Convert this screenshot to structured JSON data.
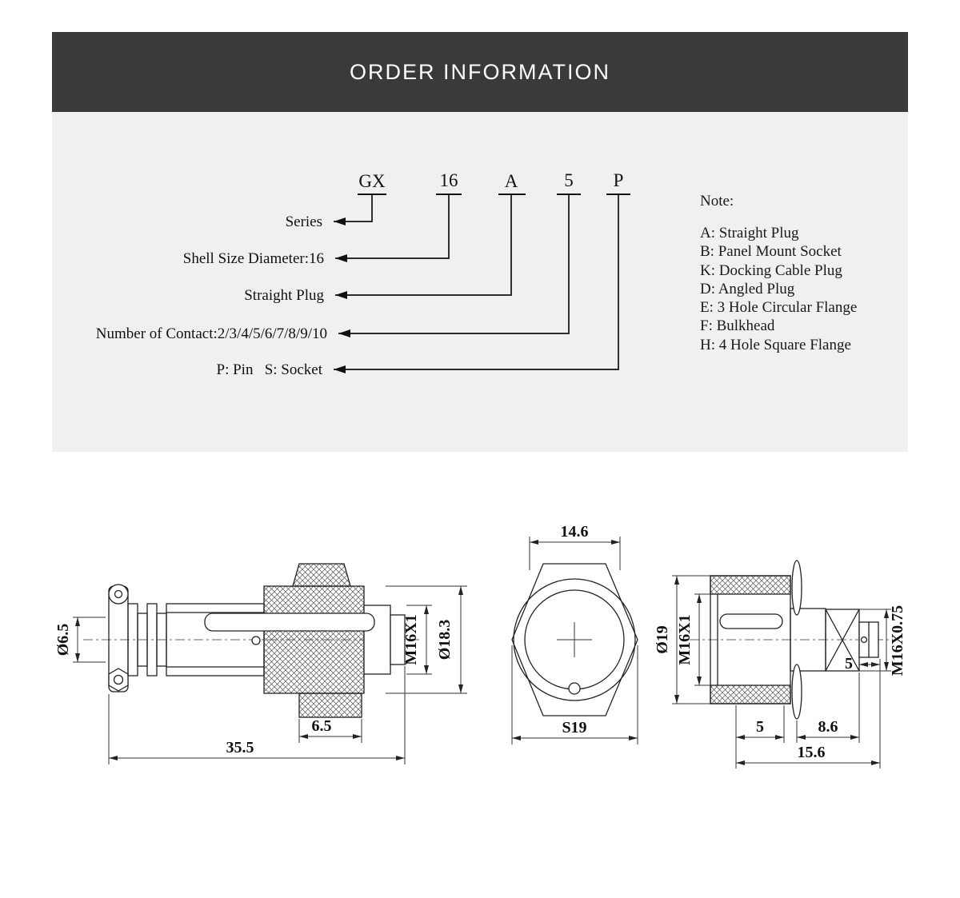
{
  "header": {
    "title": "ORDER INFORMATION"
  },
  "order_code": {
    "parts": [
      "GX",
      "16",
      "A",
      "5",
      "P"
    ],
    "labels": [
      "Series",
      "Shell Size Diameter:16",
      "Straight Plug",
      "Number of Contact:2/3/4/5/6/7/8/9/10",
      "P: Pin   S: Socket"
    ]
  },
  "note": {
    "title": "Note:",
    "items": [
      "A: Straight Plug",
      "B: Panel Mount Socket",
      "K: Docking Cable Plug",
      "D: Angled Plug",
      "E: 3 Hole Circular Flange",
      "F: Bulkhead",
      "H: 4 Hole Square Flange"
    ]
  },
  "drawings": {
    "side_view": {
      "cable_dia": "Ø6.5",
      "thread": "M16X1",
      "outer_dia": "Ø18.3",
      "front_len": "6.5",
      "total_len": "35.5"
    },
    "front_view": {
      "top_width": "14.6",
      "hex_size": "S19"
    },
    "rear_view": {
      "outer_dia": "Ø19",
      "thread": "M16X1",
      "rear_thread": "M16X0.75",
      "pin_len": "5",
      "nut_len": "5",
      "rear_len": "8.6",
      "total_len": "15.6"
    }
  }
}
